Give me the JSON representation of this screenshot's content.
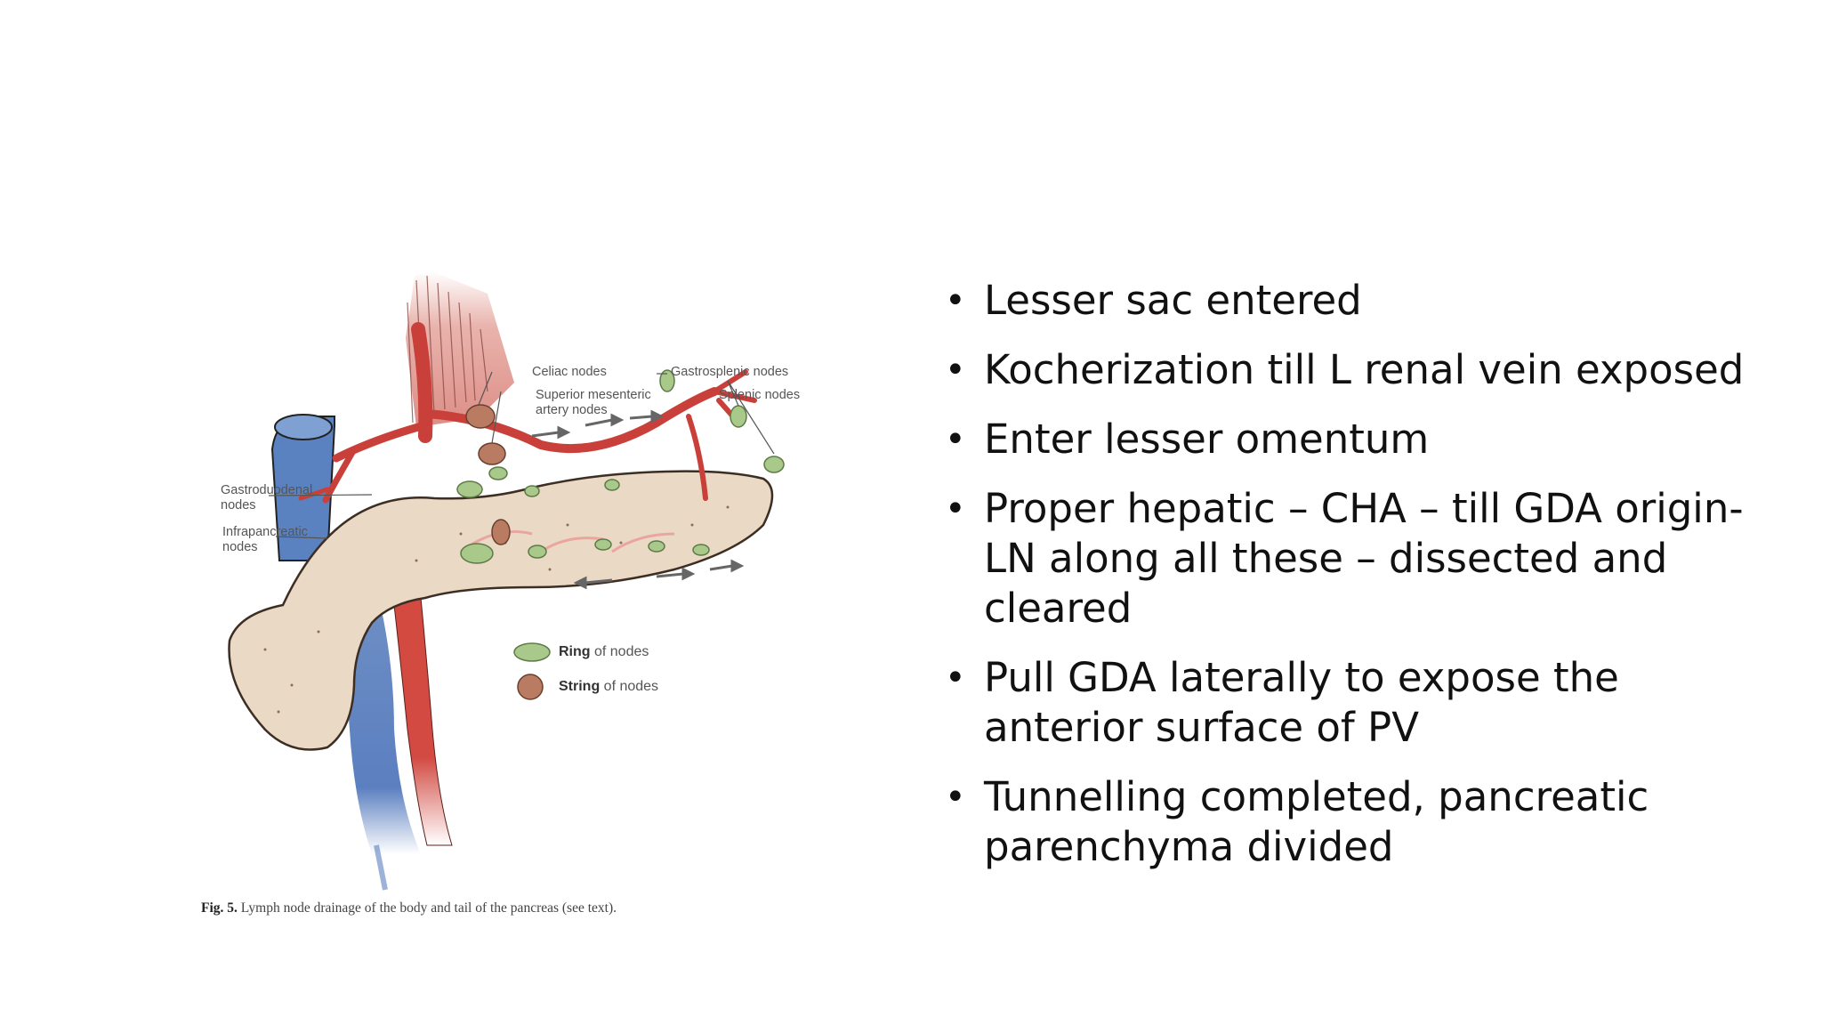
{
  "figure": {
    "labels": {
      "celiac": "Celiac nodes",
      "gastrosplenic": "Gastrosplenic nodes",
      "sma": "Superior mesenteric\nartery nodes",
      "splenic": "Splenic nodes",
      "gastroduodenal": "Gastroduodenal\nnodes",
      "infrapancreatic": "Infrapancreatic\nnodes"
    },
    "legend": {
      "ring_bold": "Ring",
      "ring_rest": " of nodes",
      "string_bold": "String",
      "string_rest": " of nodes",
      "ring_color": "#a8c98a",
      "string_color": "#b97c62"
    },
    "caption_bold": "Fig. 5.",
    "caption_text": " Lymph node drainage of the body and tail of the pancreas (see text)."
  },
  "bullets": [
    "Lesser sac entered",
    "Kocherization till L renal vein exposed",
    "Enter lesser omentum",
    "Proper hepatic – CHA – till GDA origin- LN along all these – dissected and cleared",
    "Pull GDA laterally to expose the anterior surface of PV",
    "Tunnelling completed, pancreatic parenchyma divided"
  ]
}
